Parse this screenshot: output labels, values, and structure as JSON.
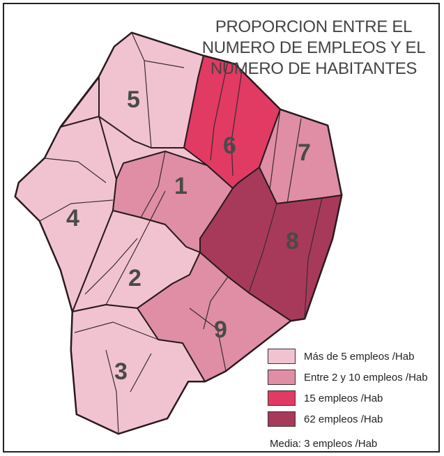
{
  "title": {
    "line1": "PROPORCION ENTRE EL",
    "line2": "NUMERO DE EMPLEOS Y EL",
    "line3": "NUMERO DE HABITANTES"
  },
  "districts": [
    {
      "label": "1",
      "category": "level2"
    },
    {
      "label": "2",
      "category": "level1"
    },
    {
      "label": "3",
      "category": "level1"
    },
    {
      "label": "4",
      "category": "level1"
    },
    {
      "label": "5",
      "category": "level1"
    },
    {
      "label": "6",
      "category": "level3"
    },
    {
      "label": "7",
      "category": "level2"
    },
    {
      "label": "8",
      "category": "level4"
    },
    {
      "label": "9",
      "category": "level2"
    }
  ],
  "legend": {
    "items": [
      {
        "label": "Más de 5 empleos /Hab",
        "color": "#f1c3d1"
      },
      {
        "label": "Entre 2 y 10 empleos /Hab",
        "color": "#df8ea5"
      },
      {
        "label": "15 empleos /Hab",
        "color": "#e13a63"
      },
      {
        "label": "62 empleos /Hab",
        "color": "#a73a5a"
      }
    ],
    "media": "Media: 3 empleos /Hab"
  },
  "colors": {
    "level1": "#f1c3d1",
    "level2": "#df8ea5",
    "level3": "#e13a63",
    "level4": "#a73a5a",
    "border": "#2a1a20"
  }
}
